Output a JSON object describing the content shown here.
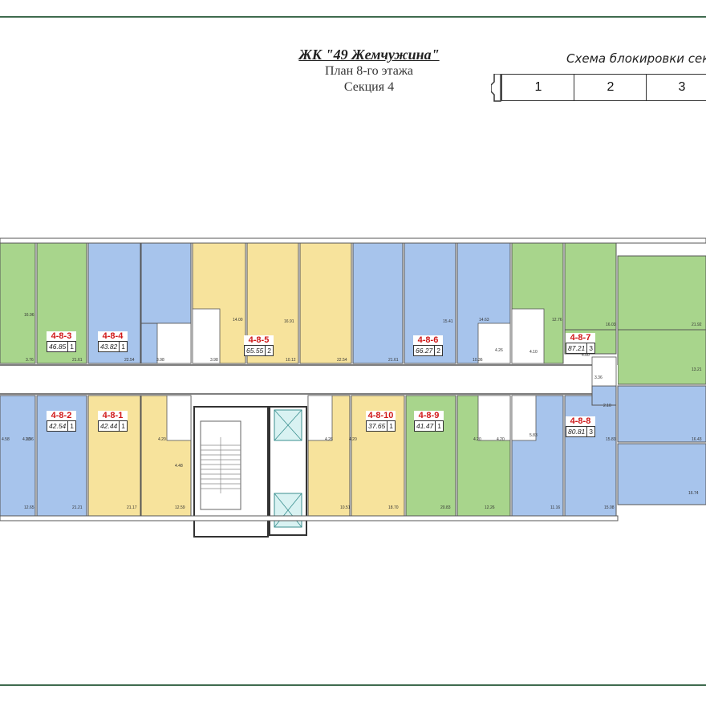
{
  "header": {
    "title": "ЖК \"49 Жемчужина\"",
    "floor": "План 8-го этажа",
    "section": "Секция 4"
  },
  "block_scheme": {
    "title": "Схема блокировки сек",
    "sections": [
      "1",
      "2",
      "3"
    ]
  },
  "colors": {
    "green": "#a8d58c",
    "blue": "#a7c4ec",
    "yellow": "#f7e39c",
    "frame": "#3f6b4e"
  },
  "apartments": [
    {
      "id": "4-8-3",
      "area": "46.85",
      "rooms": "1",
      "color": "green"
    },
    {
      "id": "4-8-4",
      "area": "43.82",
      "rooms": "1",
      "color": "blue"
    },
    {
      "id": "4-8-5",
      "area": "65.55",
      "rooms": "2",
      "color": "yellow"
    },
    {
      "id": "4-8-6",
      "area": "66.27",
      "rooms": "2",
      "color": "blue"
    },
    {
      "id": "4-8-7",
      "area": "87.21",
      "rooms": "3",
      "color": "green"
    },
    {
      "id": "4-8-2",
      "area": "42.54",
      "rooms": "1",
      "color": "blue"
    },
    {
      "id": "4-8-1",
      "area": "42.44",
      "rooms": "1",
      "color": "yellow"
    },
    {
      "id": "4-8-10",
      "area": "37.65",
      "rooms": "1",
      "color": "yellow"
    },
    {
      "id": "4-8-9",
      "area": "41.47",
      "rooms": "1",
      "color": "green"
    },
    {
      "id": "4-8-8",
      "area": "80.81",
      "rooms": "3",
      "color": "blue"
    }
  ],
  "room_areas": [
    "16.96",
    "3.76",
    "21.61",
    "22.54",
    "3.98",
    "3.98",
    "14.00",
    "16.91",
    "10.12",
    "22.54",
    "21.61",
    "15.41",
    "14.63",
    "10.36",
    "4.26",
    "4.10",
    "12.76",
    "16.03",
    "4.00",
    "21.92",
    "13.21",
    "4.20",
    "21.21",
    "12.65",
    "4.58",
    "21.17",
    "4.20",
    "12.59",
    "4.48",
    "4.26",
    "4.20",
    "10.51",
    "18.70",
    "20.83",
    "4.20",
    "12.26",
    "4.20",
    "5.83",
    "11.16",
    "15.08",
    "16.43",
    "16.74",
    "3.96",
    "2.10",
    "3.36",
    "15.83"
  ]
}
